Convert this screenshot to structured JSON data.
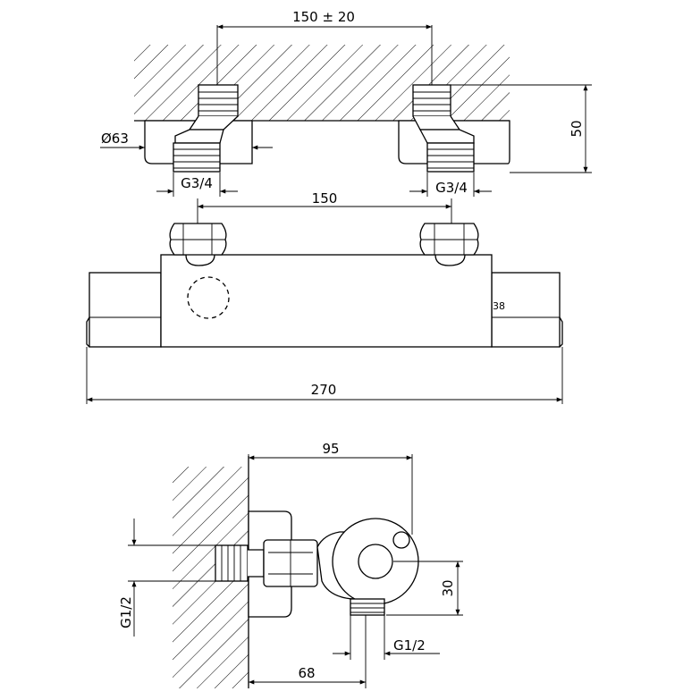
{
  "top_view": {
    "dim_center_distance": "150 ± 20",
    "dim_depth": "50",
    "dim_cover_diameter": "Ø63",
    "dim_thread_left": "G3/4",
    "dim_thread_right": "G3/4"
  },
  "front_view": {
    "dim_inlet_distance": "150",
    "dim_total_length": "270",
    "end_mark": "38"
  },
  "side_view": {
    "dim_projection": "95",
    "dim_outlet_offset": "30",
    "dim_inlet_thread": "G1/2",
    "dim_outlet_thread": "G1/2",
    "dim_outlet_distance": "68"
  }
}
